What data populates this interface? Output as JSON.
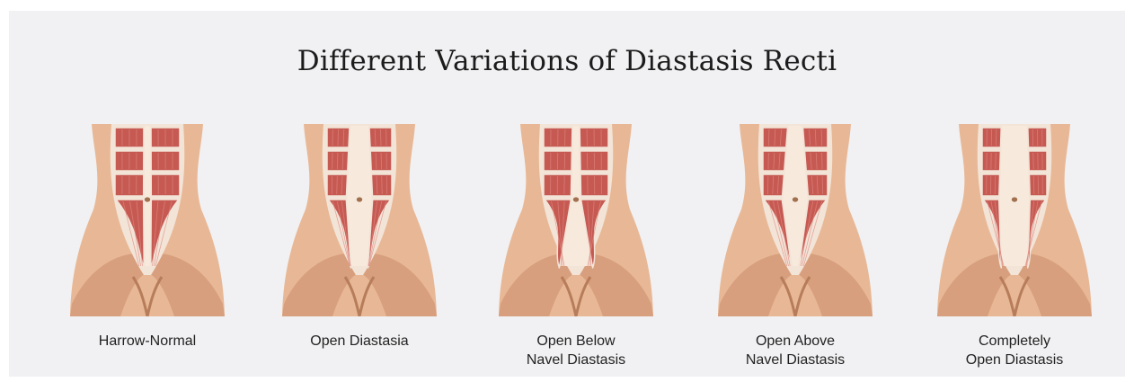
{
  "title": "Different Variations of Diastasis Recti",
  "variations": [
    {
      "id": "harrow-normal",
      "lines": [
        "Harrow-Normal"
      ],
      "gap_top": 0.04,
      "gap_mid": 0.05,
      "gap_bottom": 0.03
    },
    {
      "id": "open-diastasia",
      "lines": [
        "Open Diastasia"
      ],
      "gap_top": 0.3,
      "gap_mid": 0.45,
      "gap_bottom": 0.25
    },
    {
      "id": "open-below-navel",
      "lines": [
        "Open Below",
        "Navel Diastasis"
      ],
      "gap_top": 0.04,
      "gap_mid": 0.1,
      "gap_bottom": 0.6
    },
    {
      "id": "open-above-navel",
      "lines": [
        "Open Above",
        "Navel Diastasis"
      ],
      "gap_top": 0.2,
      "gap_mid": 0.45,
      "gap_bottom": 0.04
    },
    {
      "id": "completely-open",
      "lines": [
        "Completely",
        "Open Diastasis"
      ],
      "gap_top": 0.45,
      "gap_mid": 0.55,
      "gap_bottom": 0.45
    }
  ],
  "colors": {
    "skin": "#e8b896",
    "skin_shadow": "#d79f7d",
    "skin_dark": "#b77d5b",
    "linea": "#f7e9dc",
    "muscle": "#c65a53",
    "muscle_line": "#e08a80",
    "muscle_outline": "#f3e4d8",
    "navel": "#a0704f"
  }
}
